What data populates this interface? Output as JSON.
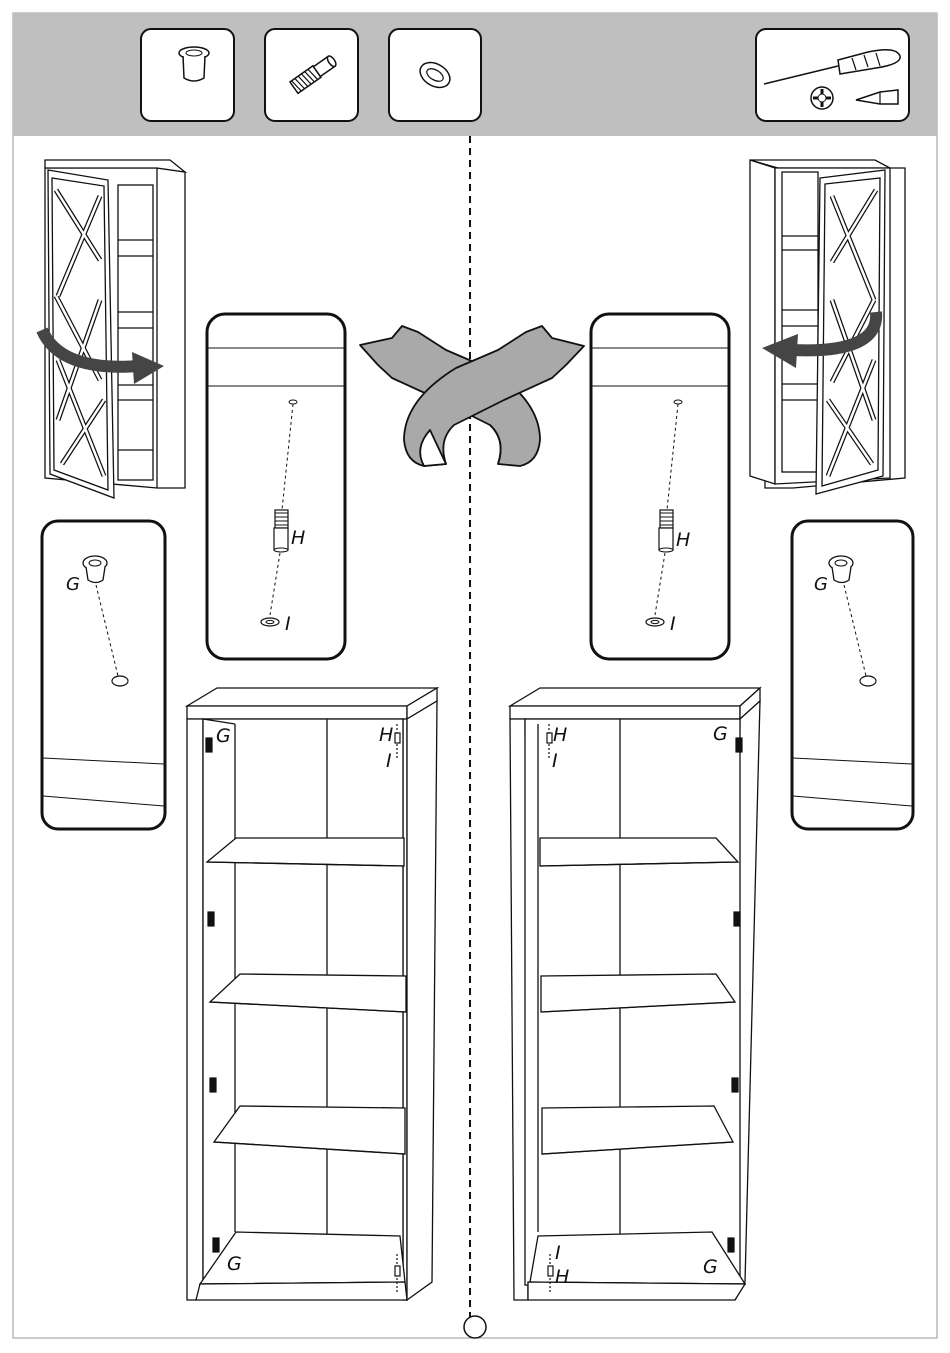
{
  "parts": {
    "g_cap_icon": "cabinet-connector-cap-icon",
    "h_dowel_icon": "cam-dowel-bolt-icon",
    "i_washer_icon": "ring-washer-icon",
    "tools_icon": "screwdriver-phillips-flat-icon"
  },
  "labels": {
    "G": "G",
    "H": "H",
    "I": "I"
  },
  "colors": {
    "header_band": "#bfbfbf",
    "line": "#1a1a1a",
    "arrow": "#454545",
    "hand": "#a9a9a9"
  }
}
